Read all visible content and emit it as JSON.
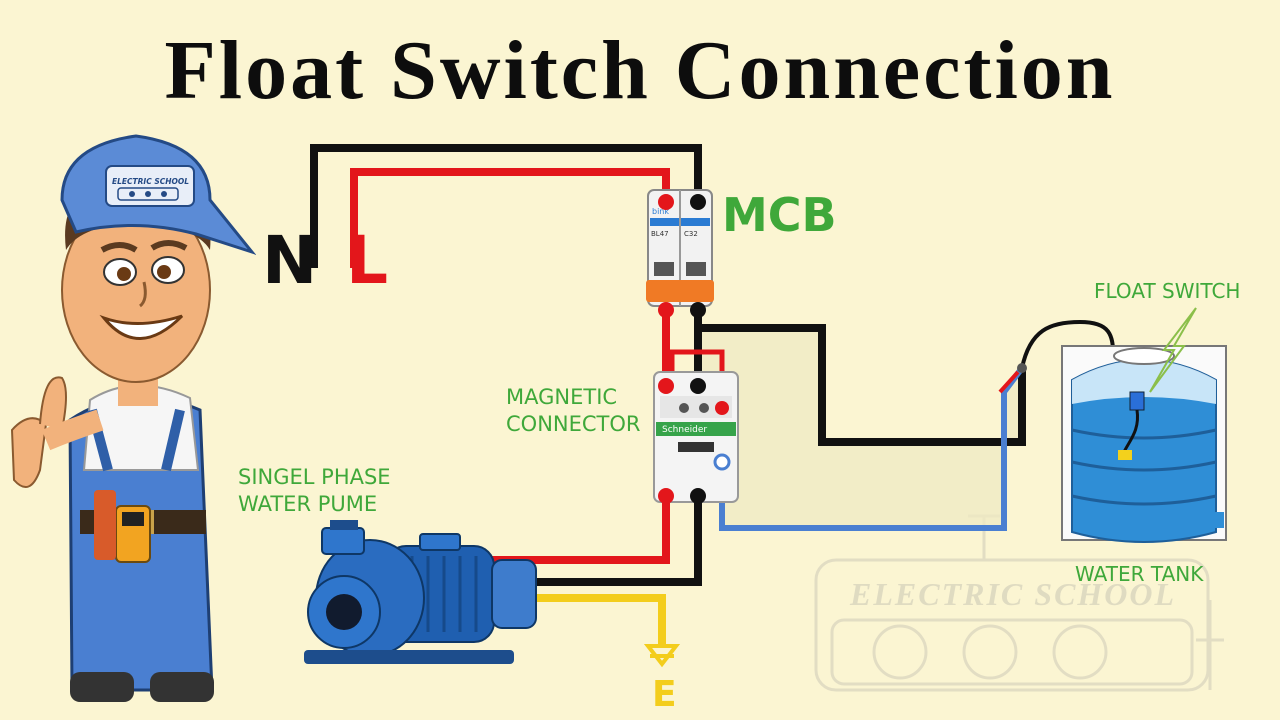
{
  "title": "Float Switch Connection",
  "labels": {
    "neutral": "N",
    "live": "L",
    "mcb": "MCB",
    "magnetic_connector": [
      "MAGNETIC",
      "CONNECTOR"
    ],
    "pump": [
      "SINGEL PHASE",
      "WATER PUME"
    ],
    "float_switch": "FLOAT SWITCH",
    "water_tank": "WATER TANK",
    "earth": "E"
  },
  "branding": {
    "cap_text": "ELECTRIC SCHOOL",
    "watermark": "ELECTRIC SCHOOL",
    "mcb_brand": "bink",
    "mcb_model": "BL47",
    "mcb_rating": "C32",
    "contactor_brand": "Schneider"
  },
  "colors": {
    "background": "#fbf5d2",
    "neutral_wire": "#111111",
    "live_wire": "#e3161b",
    "float_wire": "#4a7fd1",
    "earth_wire": "#f3cd1c",
    "label_green": "#3fa83a",
    "pump_blue": "#1f5fb0",
    "tank_blue": "#2f8ed6"
  },
  "icons": [
    "electrician-mascot",
    "mcb-breaker-icon",
    "contactor-icon",
    "water-pump-icon",
    "water-tank-icon",
    "float-switch-icon",
    "earth-arrow-icon",
    "socket-watermark-icon"
  ]
}
